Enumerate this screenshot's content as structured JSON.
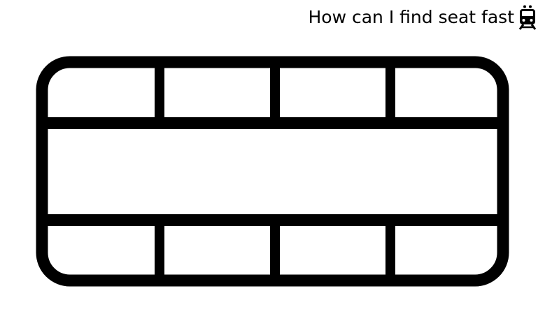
{
  "header": {
    "title": "How can I find seat fast",
    "icon": "train-icon"
  },
  "diagram": {
    "top_row_seats": 4,
    "bottom_row_seats": 4,
    "stroke_color": "#000000",
    "background_color": "#ffffff"
  }
}
